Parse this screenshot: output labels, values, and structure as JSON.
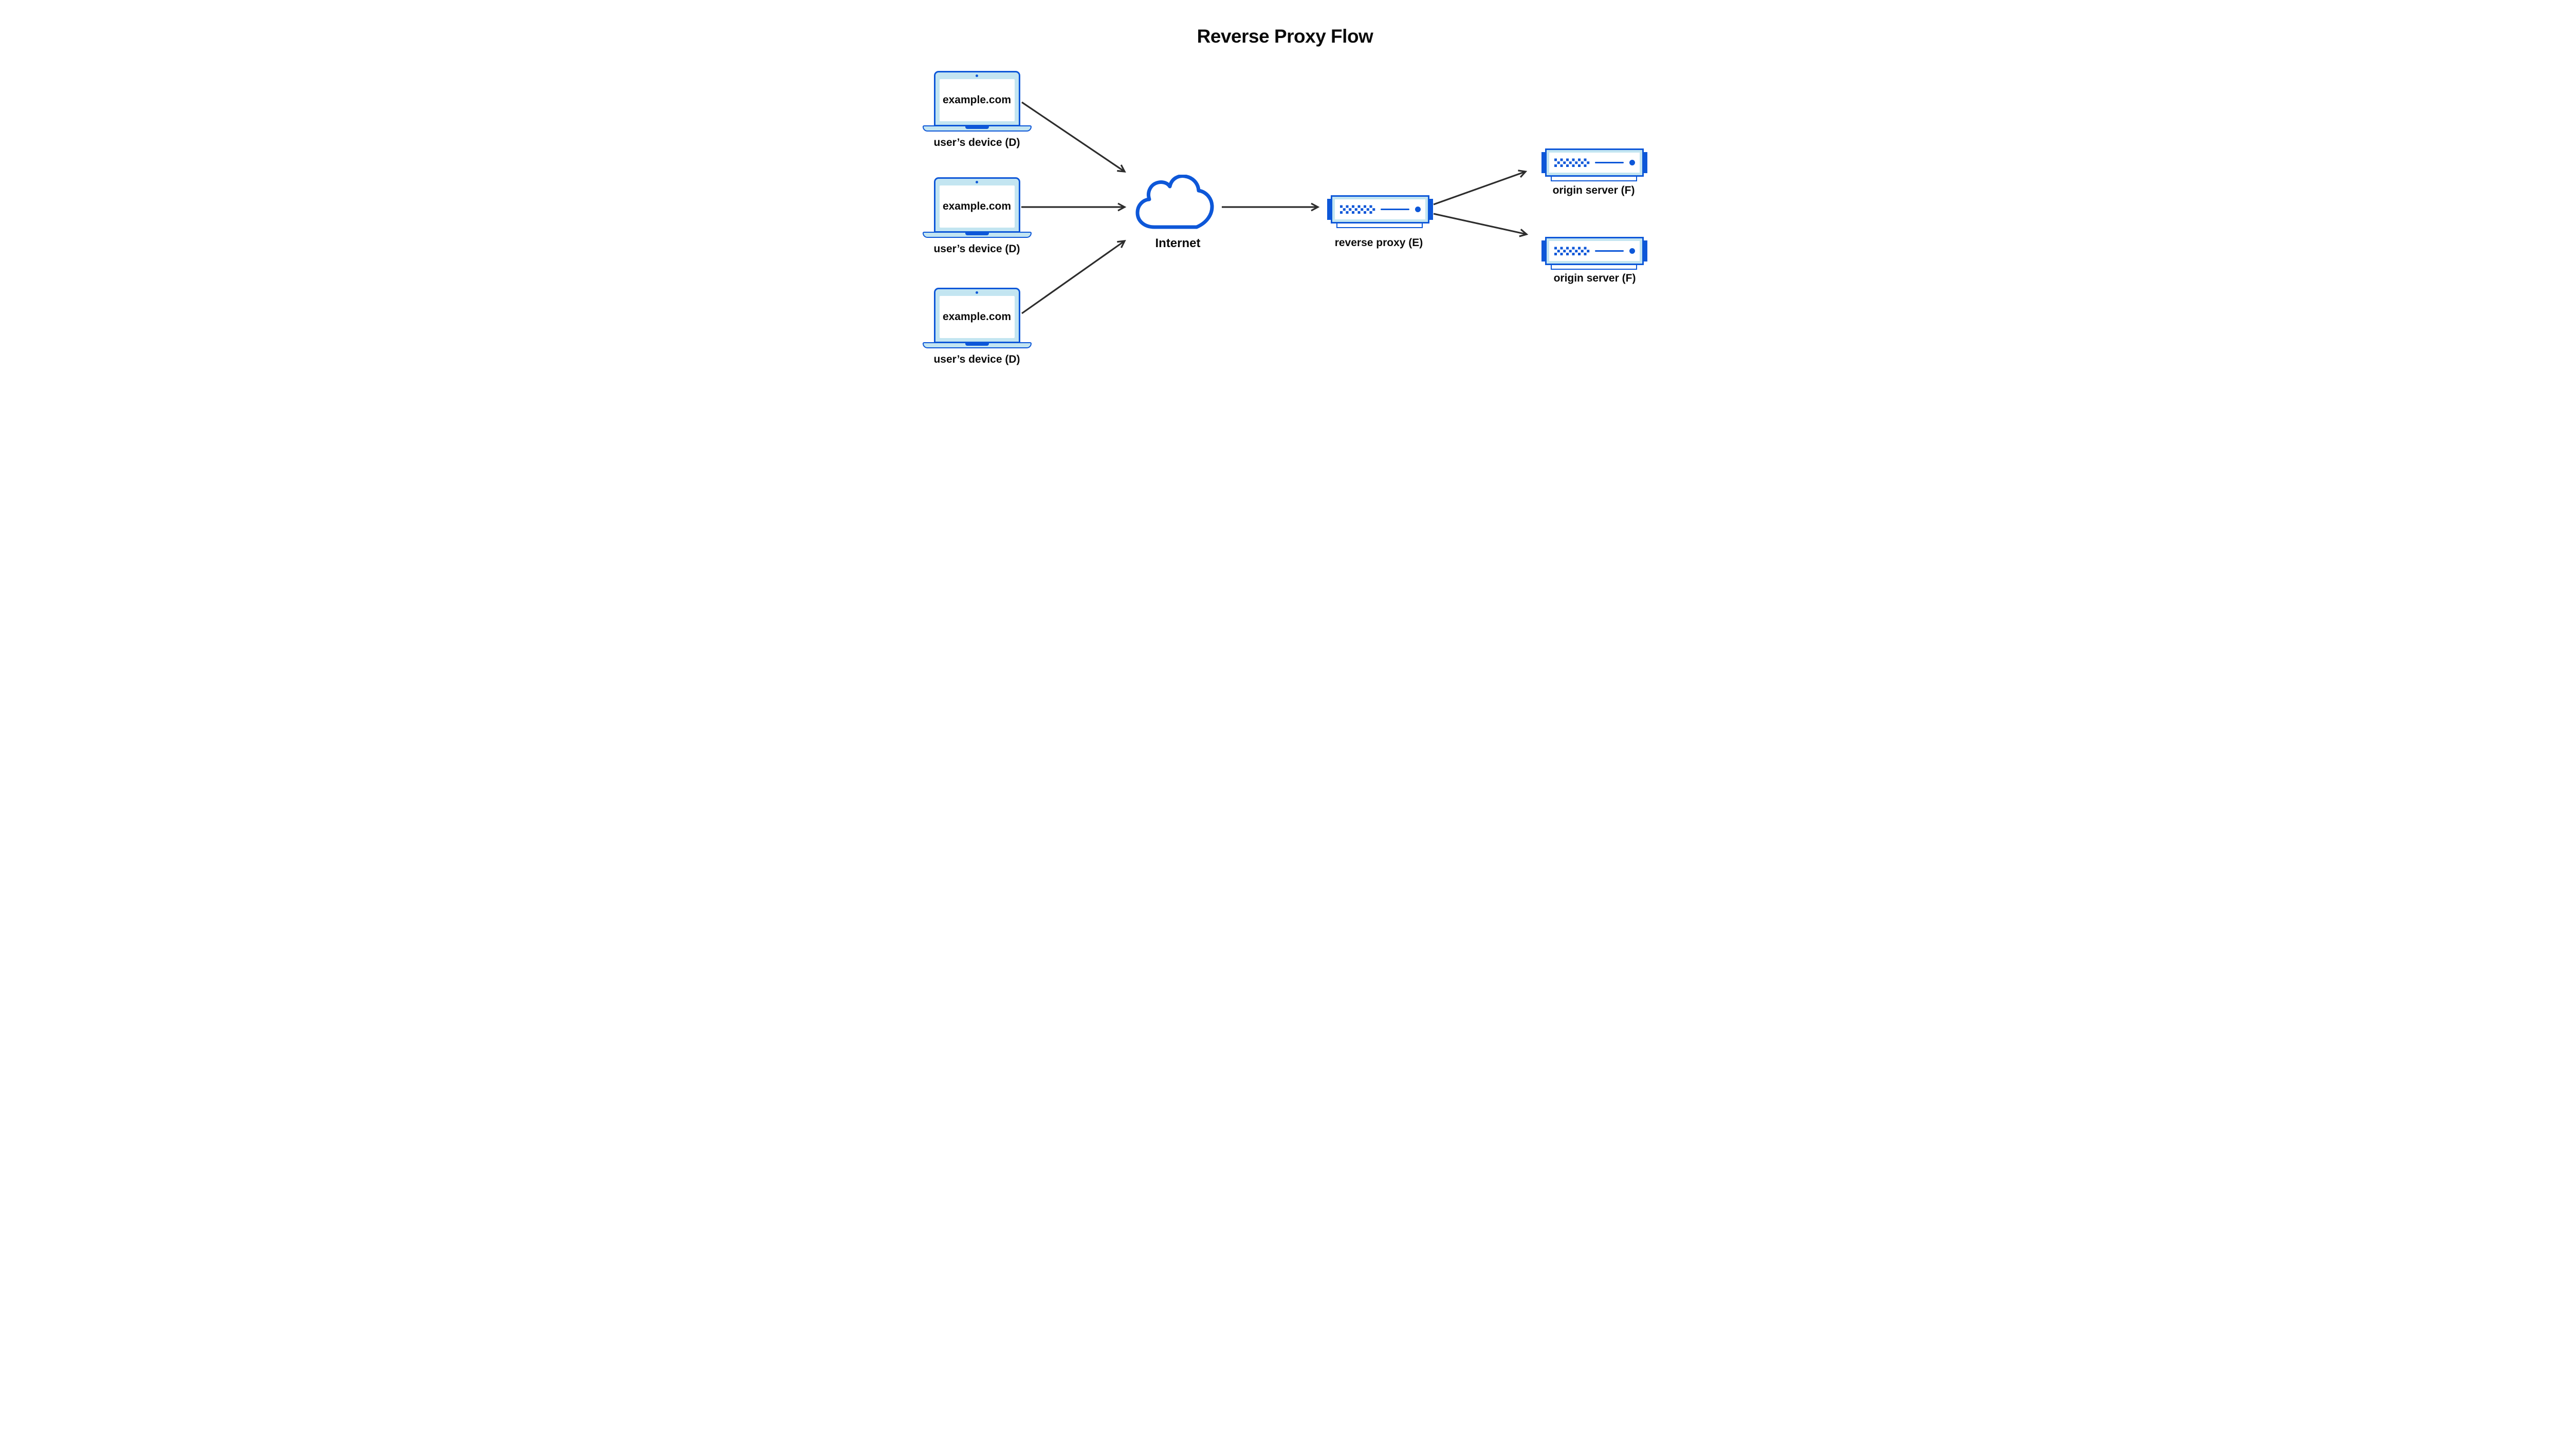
{
  "title": "Reverse Proxy Flow",
  "devices": [
    {
      "screen_text": "example.com",
      "label": "user’s device (D)"
    },
    {
      "screen_text": "example.com",
      "label": "user’s device (D)"
    },
    {
      "screen_text": "example.com",
      "label": "user’s device (D)"
    }
  ],
  "internet": {
    "label": "Internet"
  },
  "reverse_proxy": {
    "label": "reverse proxy (E)"
  },
  "origin_servers": [
    {
      "label": "origin server (F)"
    },
    {
      "label": "origin server (F)"
    }
  ],
  "colors": {
    "blue": "#0d57d8",
    "light_blue": "#c3e5f1",
    "arrow": "#2d2d2d",
    "text": "#0b0b0b",
    "background": "#ffffff"
  }
}
